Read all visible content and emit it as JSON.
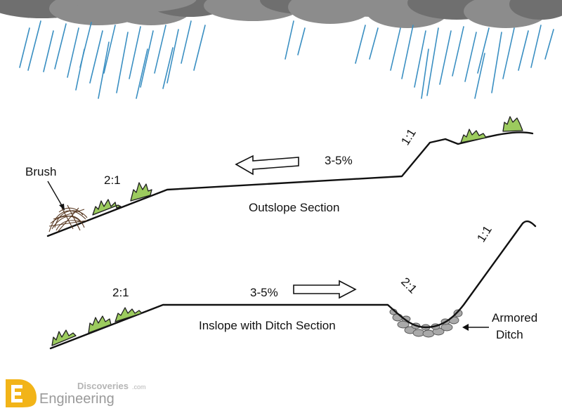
{
  "labels": {
    "outslope_grade": "3-5%",
    "outslope_cut_ratio": "1:1",
    "outslope_fill_ratio": "2:1",
    "outslope_title": "Outslope Section",
    "brush": "Brush",
    "inslope_grade": "3-5%",
    "inslope_fill_ratio": "2:1",
    "inslope_ditch_ratio": "2:1",
    "inslope_cut_ratio": "1:1",
    "inslope_title": "Inslope with Ditch Section",
    "armored_line1": "Armored",
    "armored_line2": "Ditch"
  },
  "watermark": {
    "brand_line1": "Discoveries",
    "brand_suffix": ".com",
    "brand_line2": "Engineering"
  },
  "colors": {
    "rain": "#3a8fc2",
    "cloud": "#8c8c8c",
    "vegetation": "#9ccb5e",
    "rock": "#a9a9a9",
    "brush": "#5a3b24",
    "logo": "#f2b418"
  }
}
